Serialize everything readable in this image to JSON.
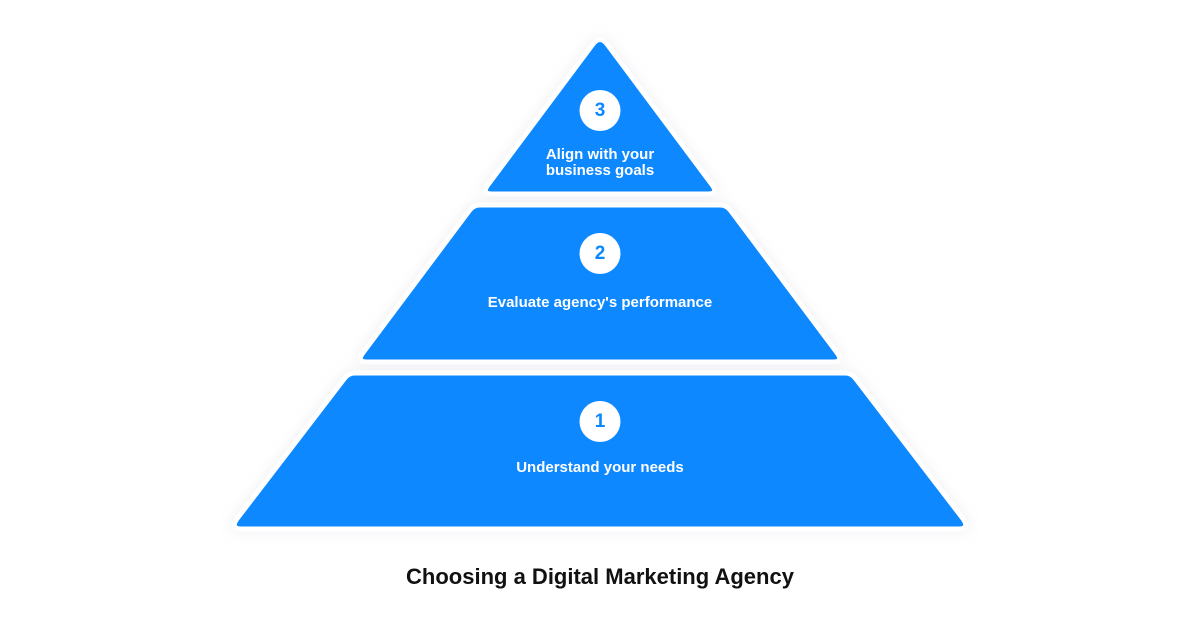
{
  "diagram": {
    "type": "pyramid",
    "accent_color": "#0A88FF",
    "badge_text_color": "#0A88FF",
    "label_color": "#FFFFFF",
    "tiers": [
      {
        "level": "3",
        "label": "Align with your\nbusiness goals",
        "position": "top"
      },
      {
        "level": "2",
        "label": "Evaluate agency's performance",
        "position": "middle"
      },
      {
        "level": "1",
        "label": "Understand your needs",
        "position": "bottom"
      }
    ],
    "caption": "Choosing a Digital Marketing Agency"
  }
}
